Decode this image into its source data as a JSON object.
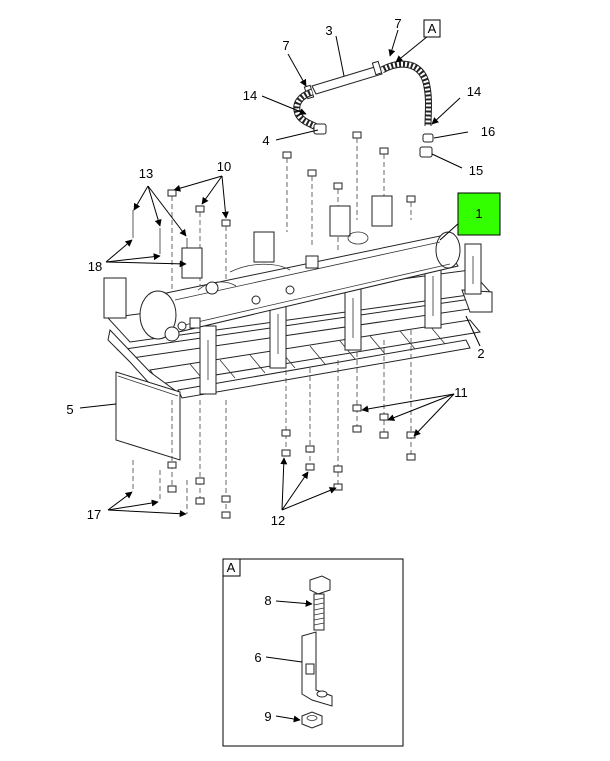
{
  "diagram": {
    "detail_ref_label": "A",
    "detail_box_label": "A",
    "highlight_label": "1",
    "highlight_color": "#33ff00",
    "callouts": {
      "c2": "2",
      "c3": "3",
      "c4": "4",
      "c5": "5",
      "c7a": "7",
      "c7b": "7",
      "c10": "10",
      "c11": "11",
      "c12": "12",
      "c13": "13",
      "c14a": "14",
      "c14b": "14",
      "c15": "15",
      "c16": "16",
      "c17": "17",
      "c18": "18"
    },
    "detail_callouts": {
      "c6": "6",
      "c8": "8",
      "c9": "9"
    }
  }
}
